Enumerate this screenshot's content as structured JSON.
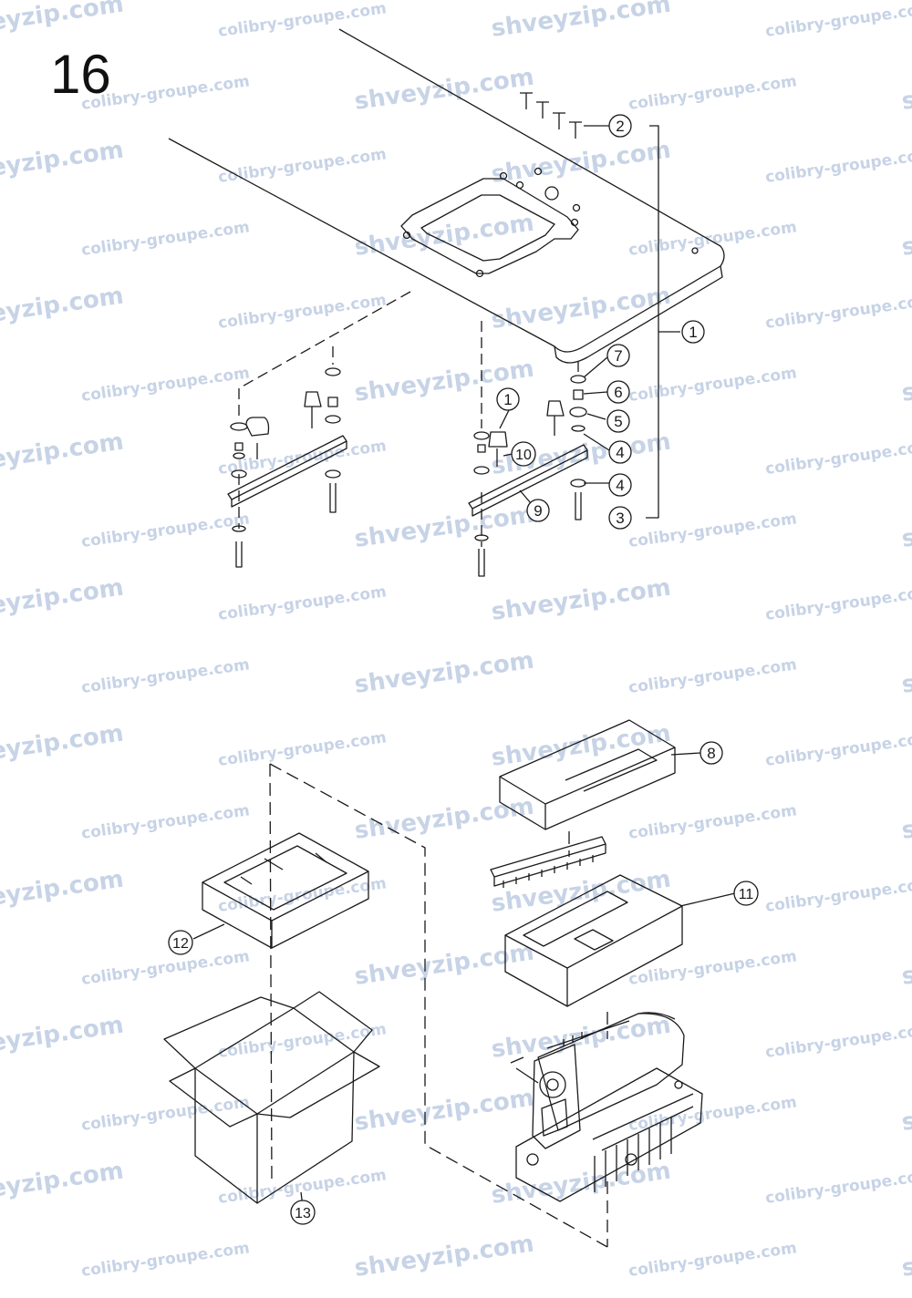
{
  "page_number": "16",
  "callouts": [
    {
      "id": "c2a",
      "label": "2"
    },
    {
      "id": "c1a",
      "label": "1"
    },
    {
      "id": "c7",
      "label": "7"
    },
    {
      "id": "c6",
      "label": "6"
    },
    {
      "id": "c5",
      "label": "5"
    },
    {
      "id": "c4a",
      "label": "4"
    },
    {
      "id": "c4b",
      "label": "4"
    },
    {
      "id": "c3",
      "label": "3"
    },
    {
      "id": "c1b",
      "label": "1"
    },
    {
      "id": "c10",
      "label": "10"
    },
    {
      "id": "c9",
      "label": "9"
    },
    {
      "id": "c8",
      "label": "8"
    },
    {
      "id": "c11",
      "label": "11"
    },
    {
      "id": "c12",
      "label": "12"
    },
    {
      "id": "c13",
      "label": "13"
    }
  ],
  "watermarks": [
    "shveyzip.com",
    "colibry-groupe.com"
  ],
  "colors": {
    "line": "#1a1a1a",
    "watermark": "#c7d3e6"
  }
}
